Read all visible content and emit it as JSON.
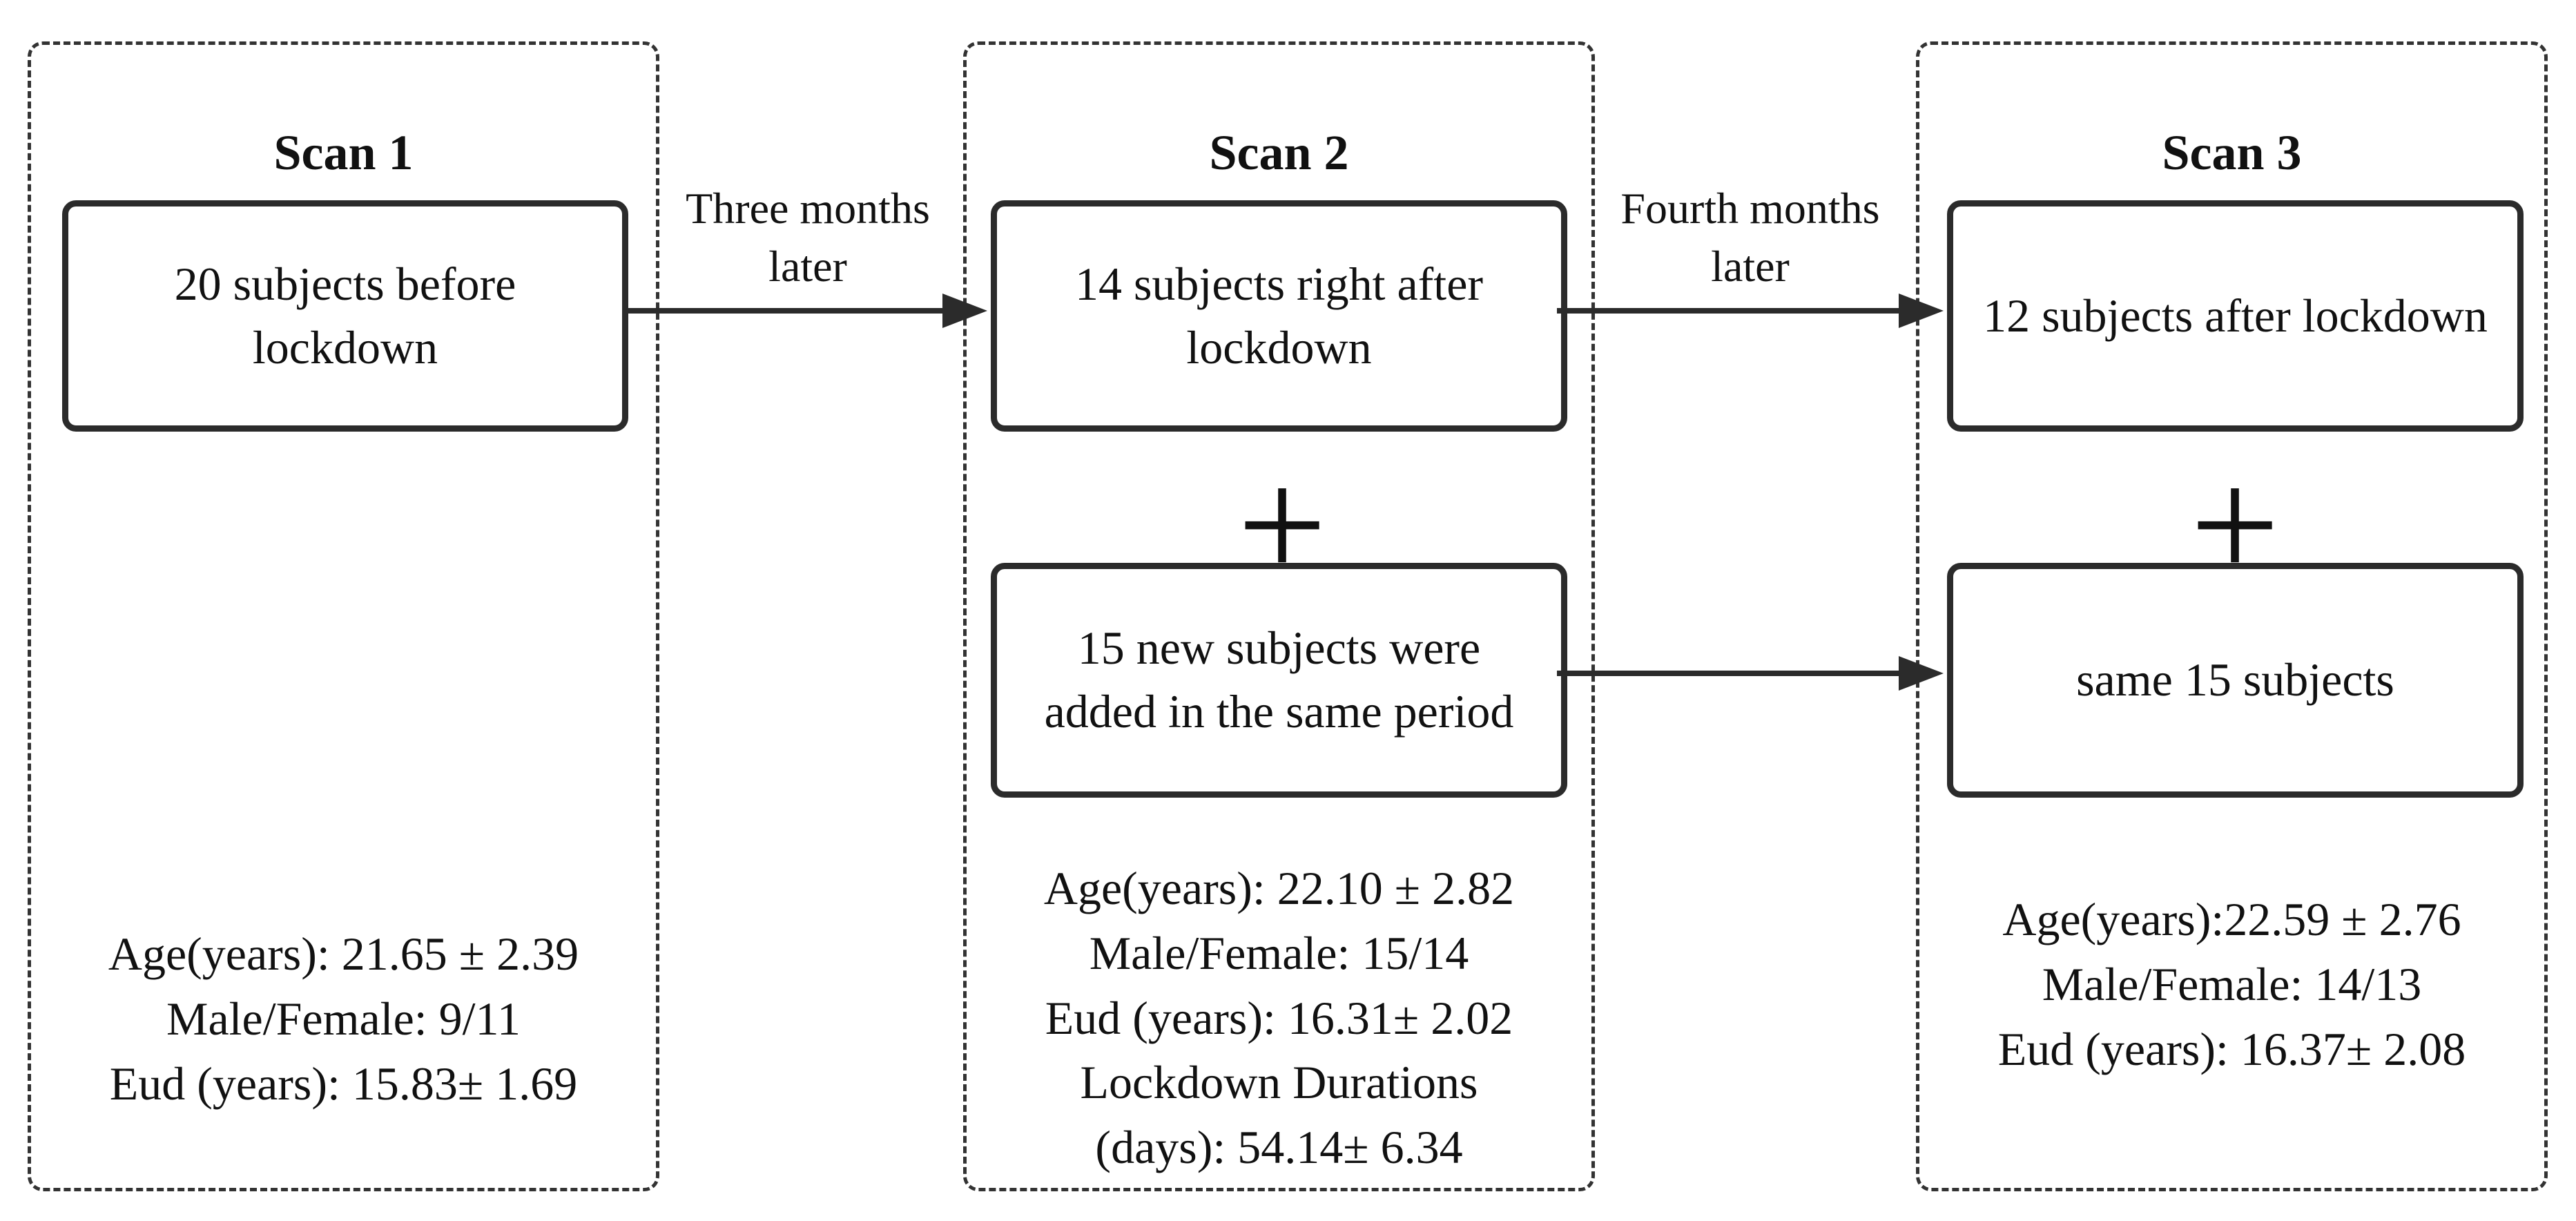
{
  "scan1": {
    "title": "Scan 1",
    "box": "20 subjects before lockdown",
    "stats": [
      "Age(years): 21.65 ± 2.39",
      "Male/Female: 9/11",
      "Eud (years): 15.83± 1.69"
    ]
  },
  "scan2": {
    "title": "Scan 2",
    "box_top": "14 subjects right after lockdown",
    "plus": "+",
    "box_bottom": "15 new subjects were added in the same period",
    "stats": [
      "Age(years): 22.10 ± 2.82",
      "Male/Female: 15/14",
      "Eud (years): 16.31± 2.02",
      "Lockdown Durations",
      "(days): 54.14± 6.34"
    ]
  },
  "scan3": {
    "title": "Scan 3",
    "box_top": "12 subjects after lockdown",
    "plus": "+",
    "box_bottom": "same 15 subjects",
    "stats": [
      "Age(years):22.59 ± 2.76",
      "Male/Female: 14/13",
      "Eud (years): 16.37± 2.08"
    ]
  },
  "arrows": {
    "scan1_to_scan2": "Three months later",
    "scan2_to_scan3": "Fourth months later"
  },
  "colors": {
    "line": "#2b2b2b",
    "dashed_border": "#333333"
  }
}
